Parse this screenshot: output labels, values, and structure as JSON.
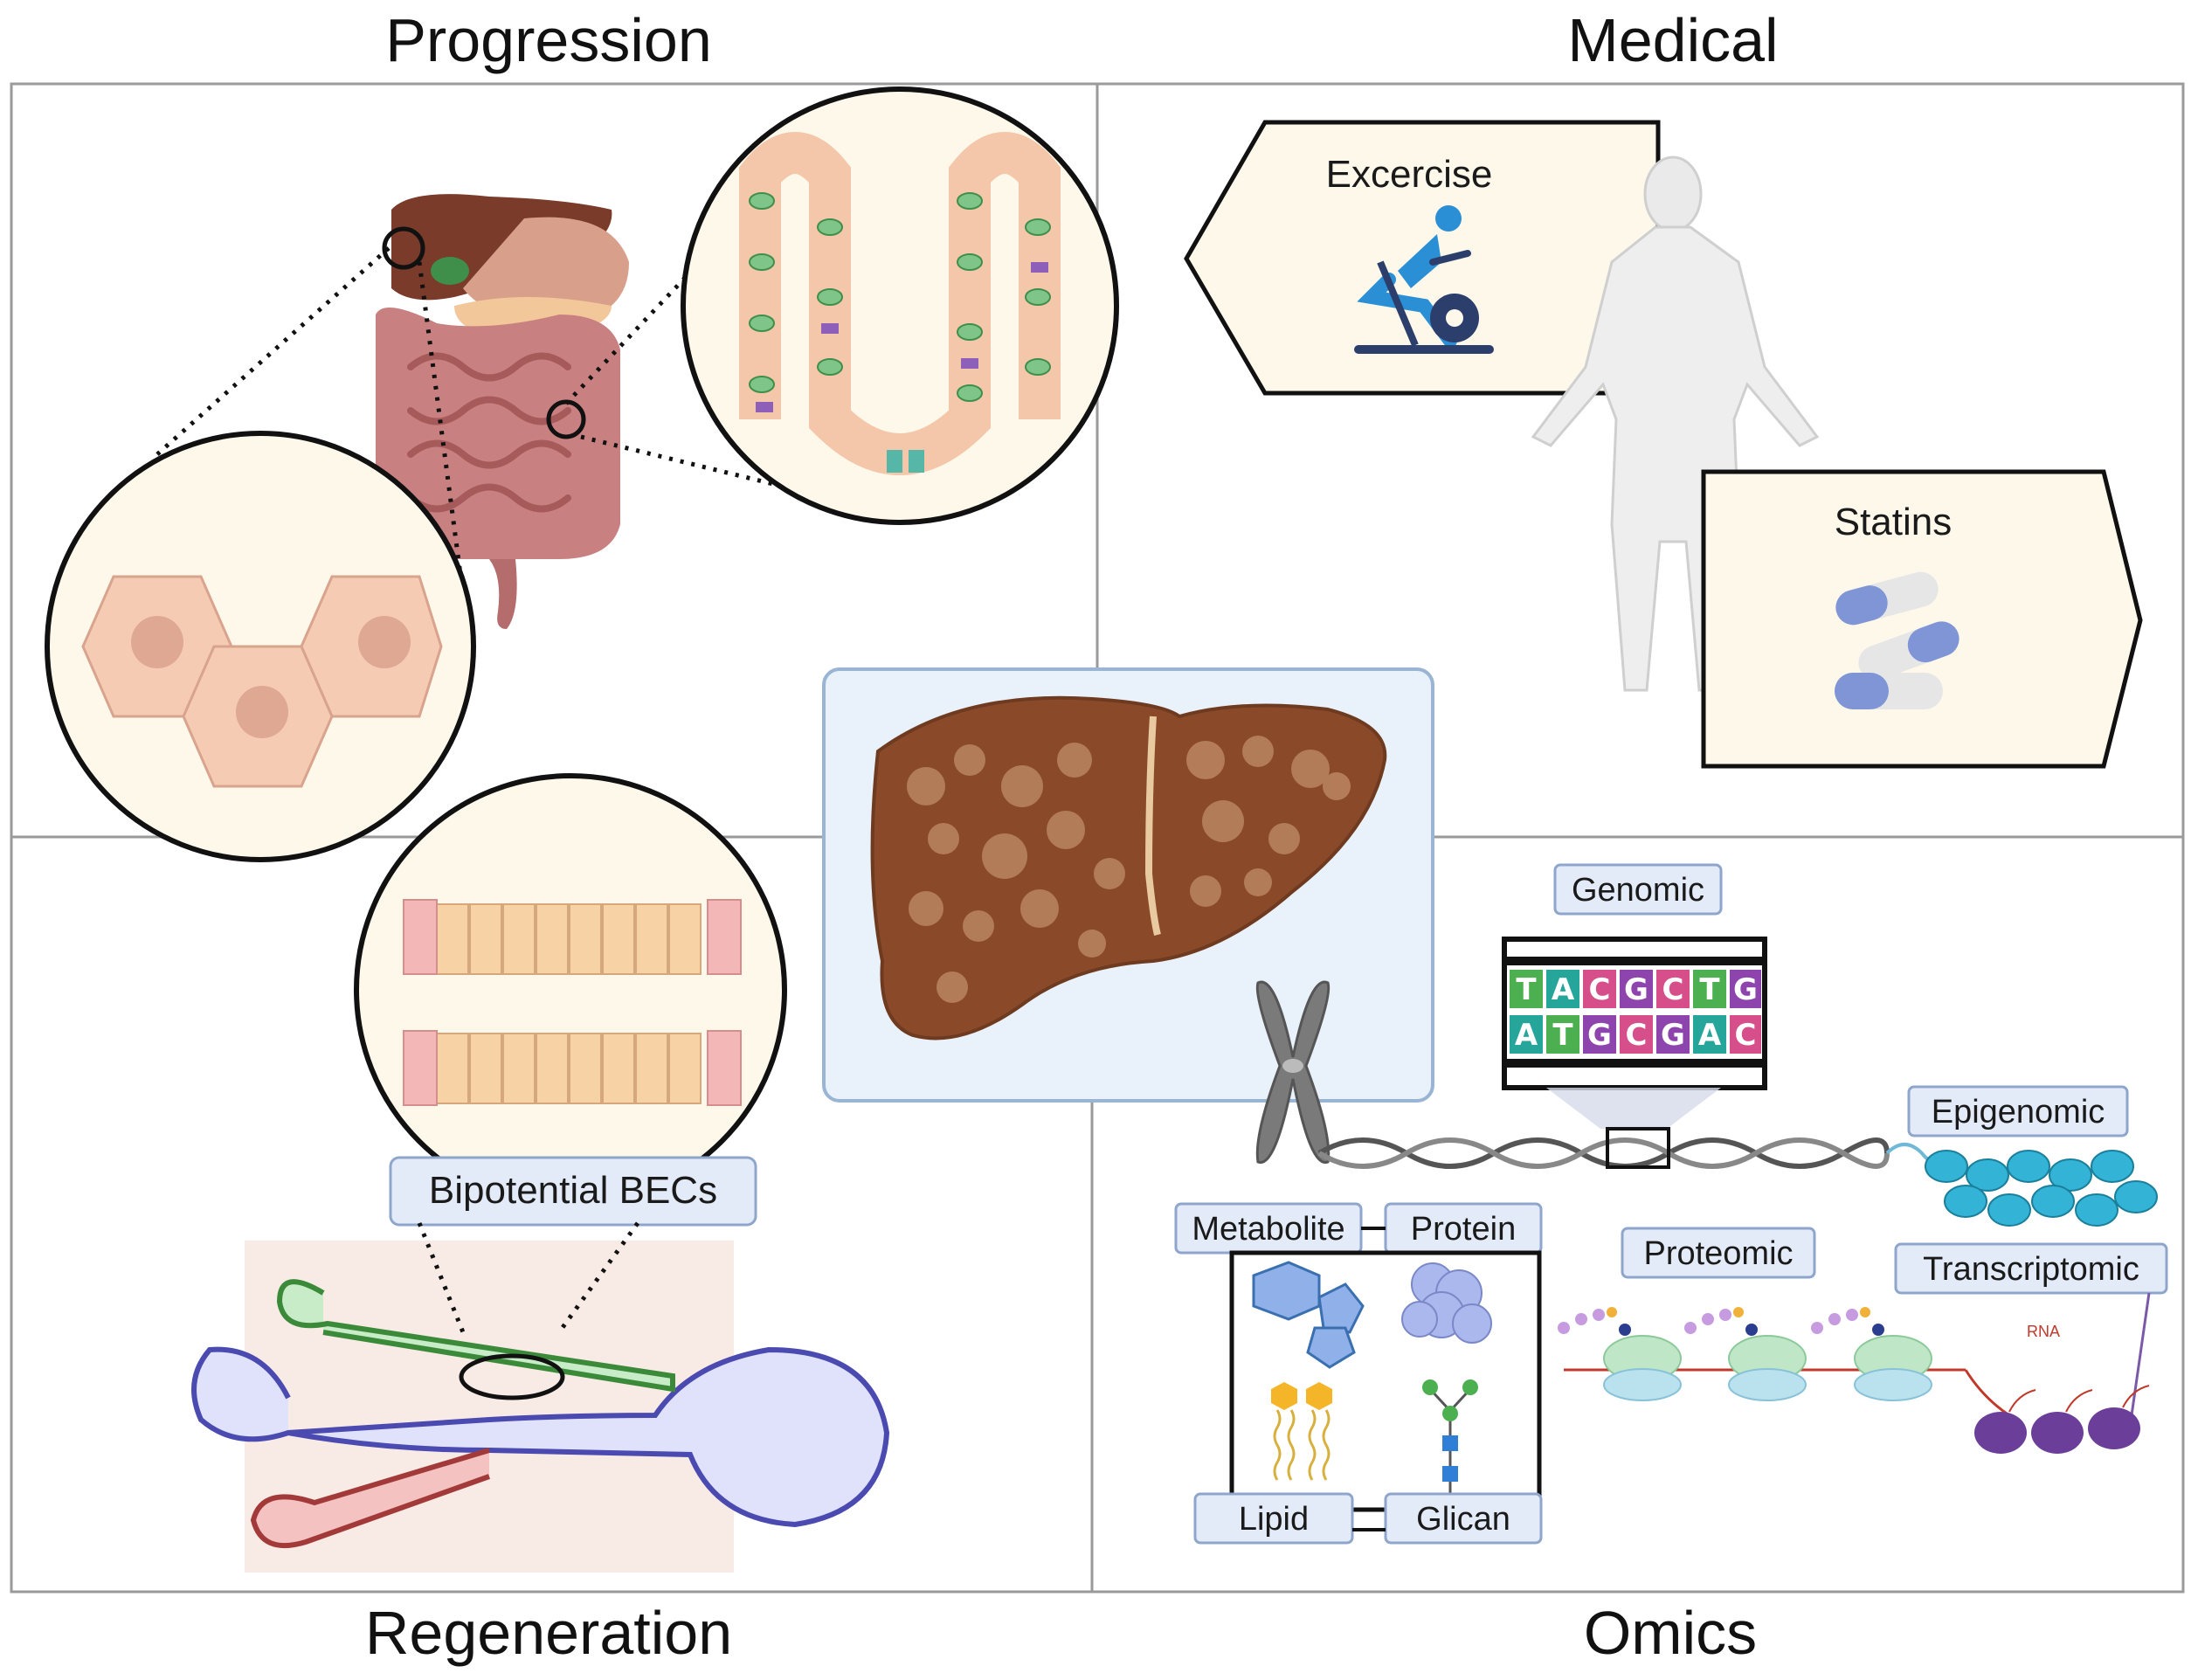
{
  "quadrants": {
    "progression": "Progression",
    "medical": "Medical",
    "regeneration": "Regeneration",
    "omics": "Omics"
  },
  "medical": {
    "exercise_label": "Excercise",
    "statins_label": "Statins"
  },
  "regeneration": {
    "becs_label": "Bipotential BECs"
  },
  "omics": {
    "genomic": "Genomic",
    "epigenomic": "Epigenomic",
    "metabolite": "Metabolite",
    "protein": "Protein",
    "proteomic": "Proteomic",
    "transcriptomic": "Transcriptomic",
    "lipid": "Lipid",
    "glican": "Glican",
    "rna": "RNA",
    "dna_top": [
      "T",
      "A",
      "C",
      "G",
      "C",
      "T",
      "G"
    ],
    "dna_bottom": [
      "A",
      "T",
      "G",
      "C",
      "G",
      "A",
      "C"
    ]
  },
  "colors": {
    "divider": "#9a9a9a",
    "liver_brown": "#8a4a2a",
    "center_panel_bg": "#e9f1fb",
    "label_box_fill": "#e4ebf8",
    "label_box_stroke": "#8fa6cc",
    "pill_blue": "#7f95d6",
    "exercise_blue": "#2b8fd6"
  }
}
